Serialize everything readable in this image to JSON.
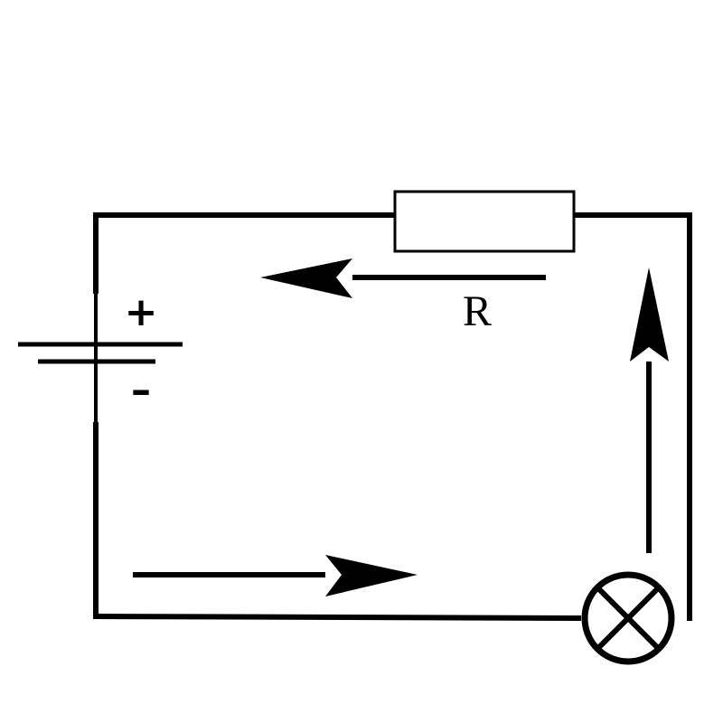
{
  "diagram": {
    "resistor_label": "R",
    "battery": {
      "positive_sign": "+",
      "negative_sign": "–"
    },
    "colors": {
      "stroke": "#000000",
      "background": "#ffffff"
    },
    "current_direction": [
      "left",
      "up",
      "right"
    ]
  }
}
